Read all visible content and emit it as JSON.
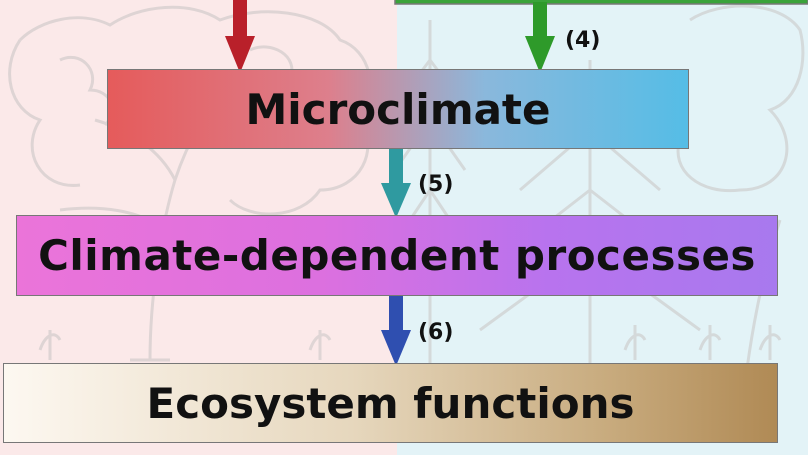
{
  "diagram": {
    "boxes": [
      {
        "id": "microclimate",
        "label": "Microclimate"
      },
      {
        "id": "processes",
        "label": "Climate-dependent processes"
      },
      {
        "id": "ecosystem",
        "label": "Ecosystem functions"
      }
    ],
    "steps": [
      {
        "label": "(4)",
        "from": "top-right box",
        "to": "microclimate",
        "color": "#2e9a2a"
      },
      {
        "label": "(5)",
        "from": "microclimate",
        "to": "processes",
        "color": "#2f9aa0"
      },
      {
        "label": "(6)",
        "from": "processes",
        "to": "ecosystem",
        "color": "#2f4fb0"
      }
    ],
    "incoming_left_arrow_color": "#b9202a",
    "top_right_box_color": "#3aa33a",
    "background": {
      "left_tint": "#fbe9e9",
      "right_tint": "#e3f3f7"
    }
  }
}
